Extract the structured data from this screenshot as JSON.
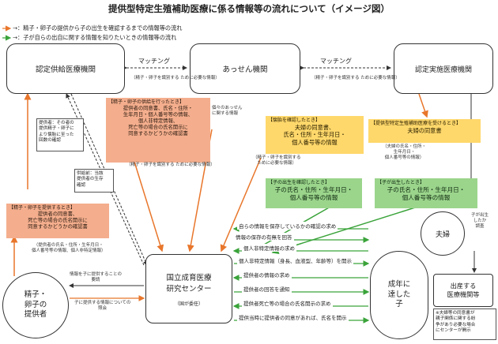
{
  "title": "提供型特定生殖補助医療に係る情報等の流れについて（イメージ図）",
  "legend": {
    "orange": "→：精子・卵子の提供から子の出生を確認するまでの情報等の流れ",
    "green": "→：子が自らの出自に関する情報を知りたいときの情報等の流れ"
  },
  "nodes": {
    "supply": "認定供給医療機関",
    "agency": "あっせん機関",
    "implement": "認定実施医療機関",
    "center_1": "国立成育医療",
    "center_2": "研究センター",
    "center_note": "（国が委任）",
    "donor": "精子・\n卵子の\n提供者",
    "child": "成年に\n達した\n子",
    "couple": "夫婦",
    "birth": "出産する\n医療機関等"
  },
  "matching": [
    "マッチング",
    "マッチング"
  ],
  "notes": {
    "match1": "（精子・卵子を識別する\nために必要な情報）",
    "match2": "（精子・卵子を識別する\nために必要な情報）",
    "agency_down": "個々のあっせん\nに関する情報",
    "supply_below": "（精子・卵子を識別する\nために必要な情報）",
    "impl_left": "（精子・卵子を識別する\nために必要な情報）",
    "couple_info": "（夫婦の氏名・住所・\n生年月日・\n個人番号等の情報）",
    "donor_info": "（提供者の氏名・住所・生年月日・\n個人番号等の情報、個人非特定情報）",
    "donor_req": "情報を子に提供することの\n要請",
    "donor_ask": "子に提供する情報についての\n照会",
    "child_born": "子が出生\nしたか\n調査",
    "birth_note": "※夫婦等の同意書が\n親子関係に関する紛\n争があり必要な場合\nにセンターが開示"
  },
  "gray_boxes": {
    "a": "提供者：その者の\n提供精子・卵子に\nより懐胎に至った\n回数の確認",
    "b": "供給前：当該\n提供者の生存\n確認"
  },
  "orange_boxes": {
    "supply_h": "【精子・卵子の供給を行ったとき】",
    "supply_body": "提供者の同意書、氏名・住所・\n生年月日・個人番号等の情報、\n個人非特定情報、\n死亡等の場合の氏名開示に\n同意するかどうかの確認書",
    "donor_h": "【精子・卵子を提供するとき】",
    "donor_body": "提供者の同意書、\n死亡等の場合の氏名開示に\n同意するかどうかの確認書"
  },
  "yellow_boxes": {
    "preg_h": "【懐胎を確認したとき】",
    "preg_body": "夫婦の同意書、\n氏名・住所・生年月日・\n個人番号等の情報",
    "treat_h": "【提供型特定生殖補助医療を受けるとき】",
    "treat_body": "夫婦の同意書"
  },
  "green_boxes": {
    "birth_h": "【子の出生を確認したとき】",
    "birth_body": "子の氏名・住所・生年月日・\n個人番号等の情報",
    "couple_h": "【子が出生したとき】",
    "couple_body": "子の氏名・住所・生年月日・\n個人番号等の情報"
  },
  "flow_lines": [
    "自らの情報を保存しているかの確認の求め",
    "情報の保存の有無を回答",
    "個人非特定情報の求め",
    "個人非特定情報（身長、血液型、年齢等）を開示",
    "提供者の情報の求め",
    "提供者の回答を通知",
    "提供者死亡等の場合の氏名開示の求め",
    "提供当時に提供者の同意があれば、氏名を開示"
  ],
  "colors": {
    "orange": "#f4ae8d",
    "yellow": "#ffd86b",
    "green": "#9bd58c",
    "orange_arrow": "#e8762b",
    "green_arrow": "#3aa33a"
  }
}
